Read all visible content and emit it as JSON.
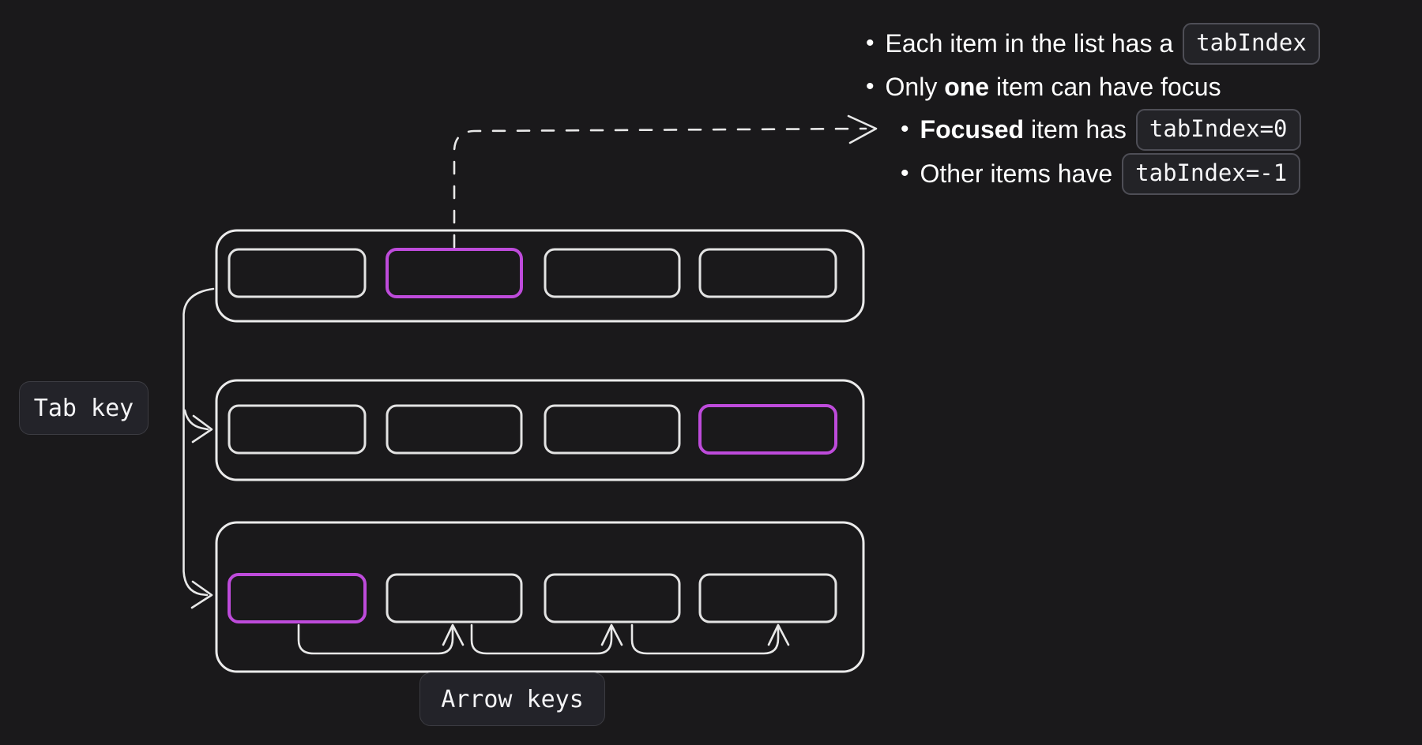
{
  "colors": {
    "background": "#1a191b",
    "shape_stroke": "#ebebeb",
    "focus_accent": "#be4bdb",
    "chip_background": "#232327",
    "chip_border": "#4e4e56",
    "label_background": "#232329",
    "text": "#ffffff"
  },
  "notes": {
    "bullets": [
      {
        "pre": "Each item in the list has a",
        "bold": "",
        "post": "",
        "code": "tabIndex"
      },
      {
        "pre": "Only ",
        "bold": "one",
        "post": " item can have focus",
        "code": ""
      },
      {
        "pre": "",
        "bold": "Focused",
        "post": " item has",
        "code": "tabIndex=0"
      },
      {
        "pre": "Other items have",
        "bold": "",
        "post": "",
        "code": "tabIndex=-1"
      }
    ]
  },
  "labels": {
    "tab_key": "Tab key",
    "arrow_keys": "Arrow keys"
  },
  "diagram": {
    "lists": [
      {
        "id": "list-1",
        "item_count": 4,
        "focused_item": 2
      },
      {
        "id": "list-2",
        "item_count": 4,
        "focused_item": 4
      },
      {
        "id": "list-3",
        "item_count": 4,
        "focused_item": 1
      }
    ],
    "connections": {
      "tab_key_arrows": "from list-1 down to list-2 and list-3",
      "arrow_key_arcs": "between adjacent items of list-3",
      "dashed_arrow": "from focused item of list-1 to 'Focused item has tabIndex=0' bullet"
    }
  }
}
